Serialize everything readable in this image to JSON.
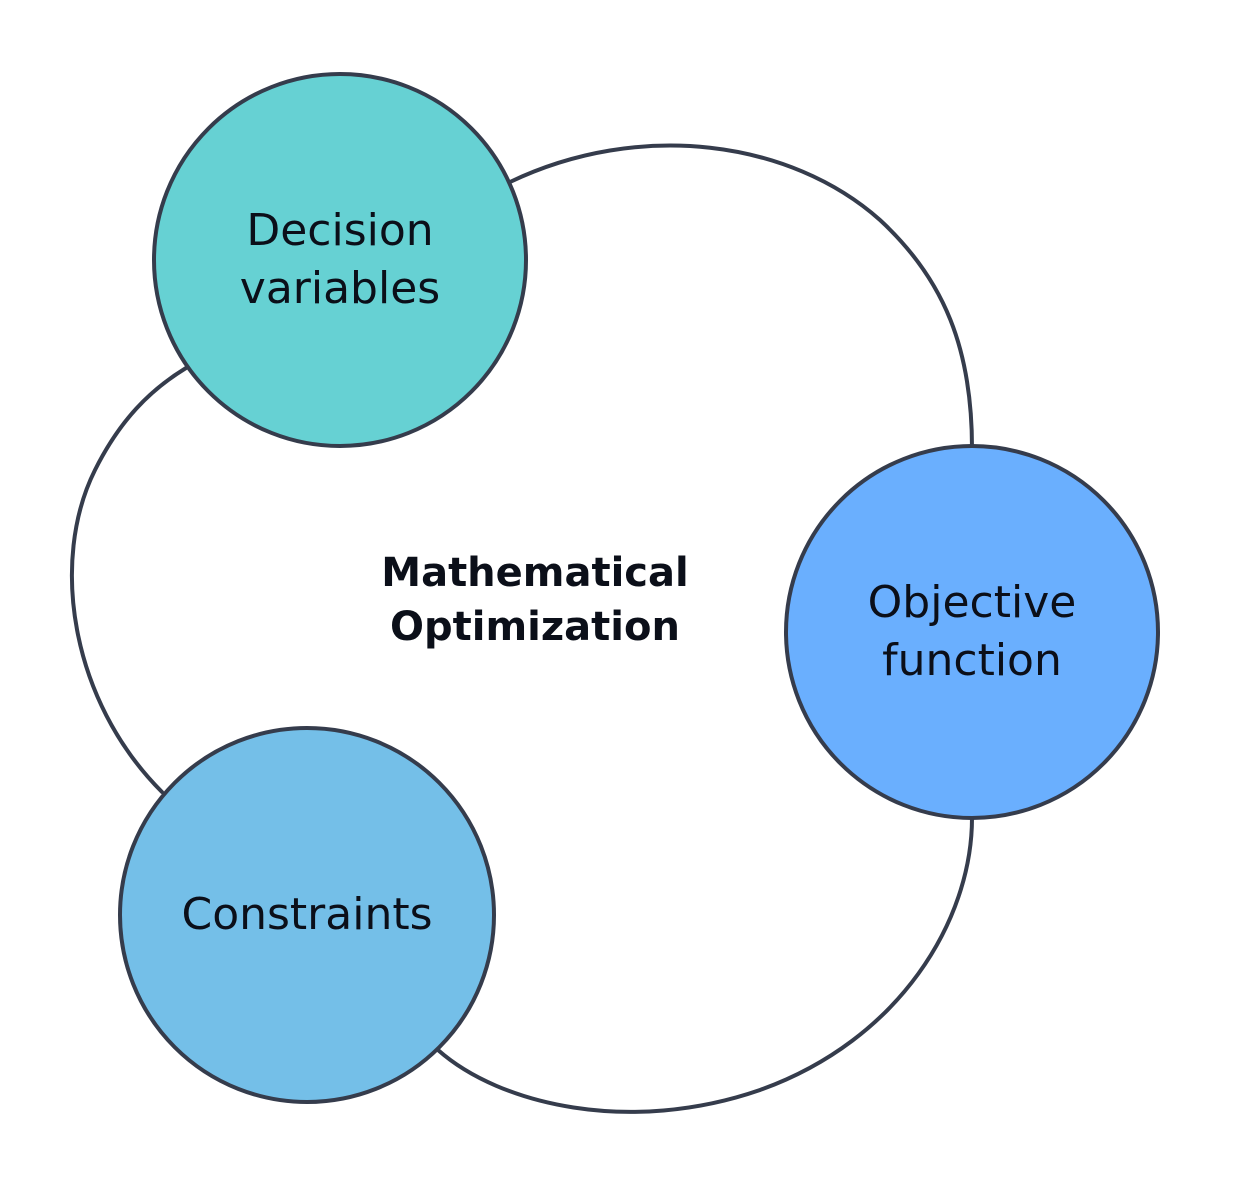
{
  "center": {
    "title": "Mathematical\nOptimization"
  },
  "nodes": {
    "decision_variables": {
      "label": "Decision\nvariables",
      "color": "#66d1d3"
    },
    "objective_function": {
      "label": "Objective\nfunction",
      "color": "#6aaffe"
    },
    "constraints": {
      "label": "Constraints",
      "color": "#74bfe8"
    }
  },
  "colors": {
    "outline": "#353c4c",
    "background": "#ffffff",
    "text": "#0b0f19"
  }
}
